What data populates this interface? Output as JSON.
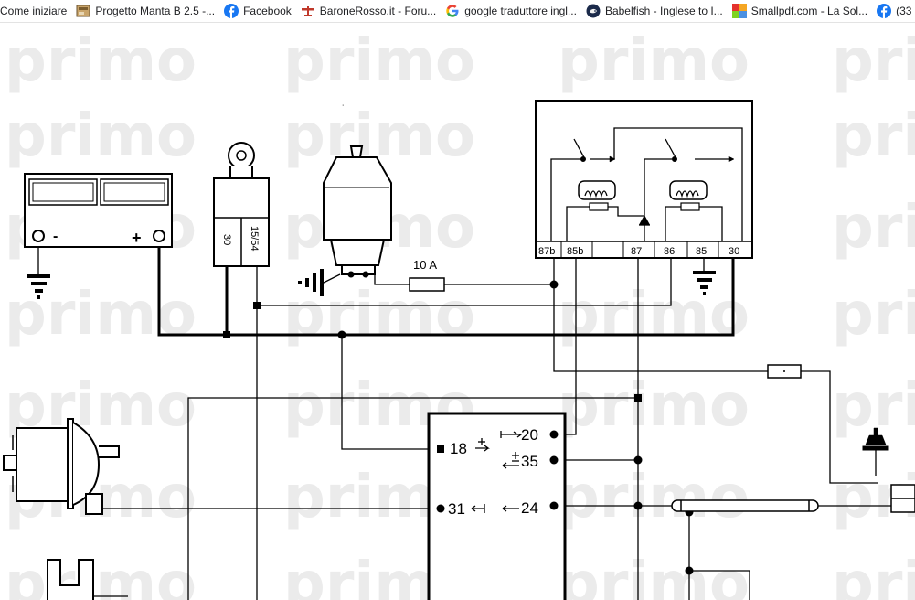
{
  "bookmarks": [
    {
      "label": "Come iniziare",
      "icon": "none"
    },
    {
      "label": "Progetto Manta B 2.5 -...",
      "icon": "page-thumbnail-icon"
    },
    {
      "label": "Facebook",
      "icon": "facebook-icon"
    },
    {
      "label": "BaroneRosso.it - Foru...",
      "icon": "baronerosso-icon"
    },
    {
      "label": "google traduttore ingl...",
      "icon": "google-icon"
    },
    {
      "label": "Babelfish - Inglese to I...",
      "icon": "babelfish-icon"
    },
    {
      "label": "Smallpdf.com - La Sol...",
      "icon": "smallpdf-icon"
    },
    {
      "label": "(33",
      "icon": "facebook-icon"
    }
  ],
  "diagram": {
    "watermark": "primo",
    "ignition_labels": [
      "30",
      "15/54"
    ],
    "fuse_label": "10 A",
    "relay_terminals": [
      "87b",
      "85b",
      "87",
      "86",
      "85",
      "30"
    ],
    "module_pins": {
      "p18": "18",
      "p31": "31",
      "p20": "20",
      "p35": "35",
      "p24": "24"
    },
    "battery_minus": "-",
    "battery_plus": "+"
  },
  "colors": {
    "line": "#000000",
    "watermark": "#ebebeb",
    "facebook": "#1877f2",
    "smallpdf": "#e5322d"
  }
}
